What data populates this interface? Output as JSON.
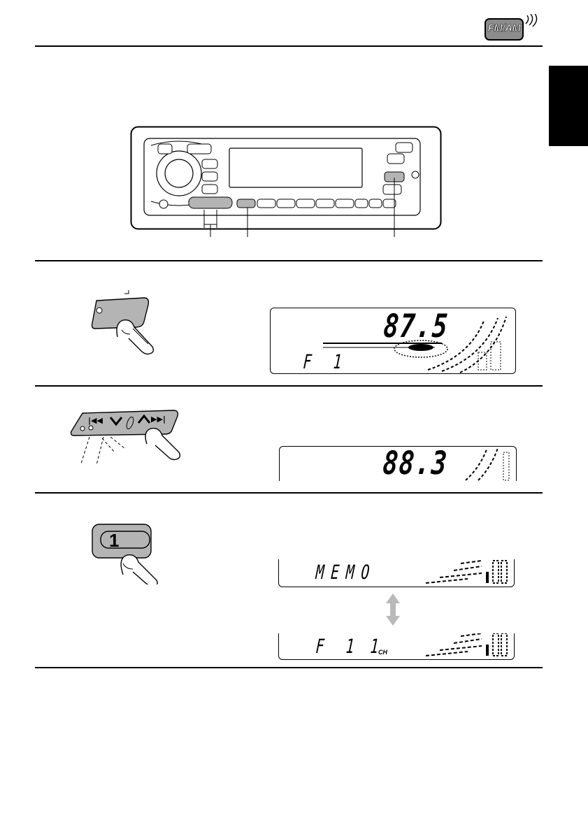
{
  "header": {
    "band_badge": "FM/AM",
    "badge_icon": "fm-am-radio-icon"
  },
  "step1": {
    "display_frequency": "87.5",
    "display_band": "F 1"
  },
  "step2": {
    "display_frequency": "88.3"
  },
  "step3": {
    "button_label": "1",
    "display_memo": "MEMO",
    "display_band": "F 1",
    "display_channel": "1",
    "display_channel_unit": "CH"
  },
  "colors": {
    "button_gray": "#b4b4b4",
    "arrow_gray": "#b9b9b9",
    "badge_gray": "#8c8c8c"
  }
}
